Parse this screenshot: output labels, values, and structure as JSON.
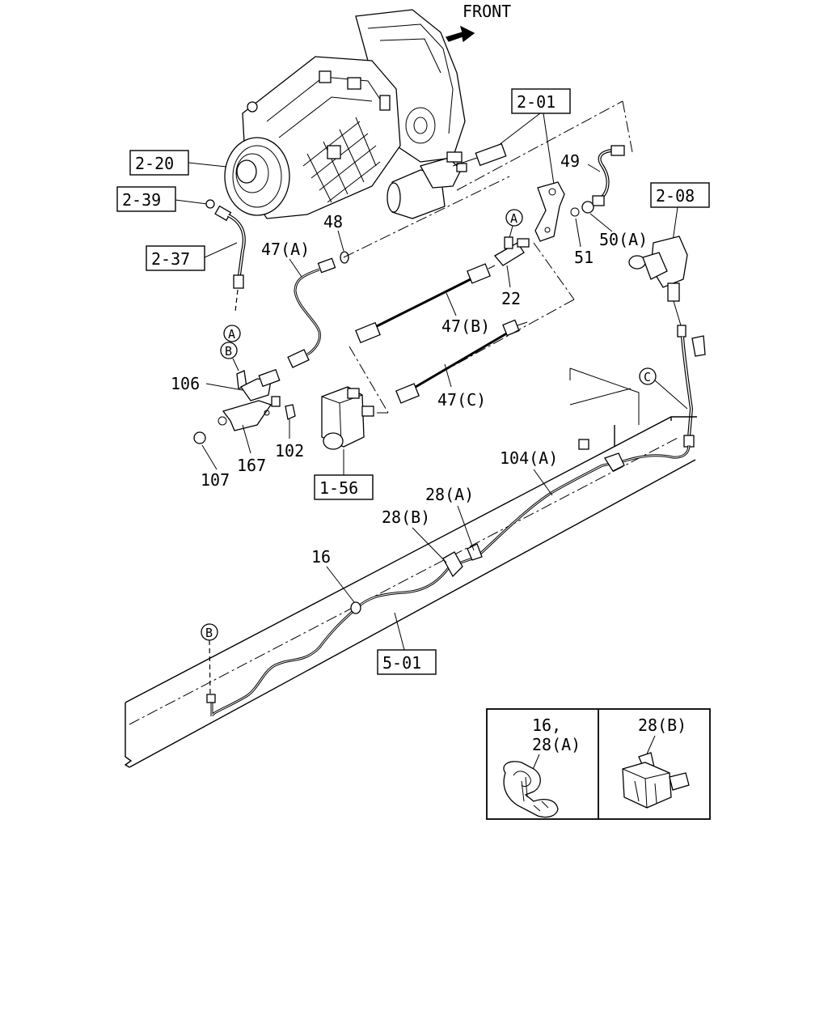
{
  "direction": "FRONT",
  "labels": {
    "ref_2_01": "2-01",
    "ref_2_20": "2-20",
    "ref_2_39": "2-39",
    "ref_2_37": "2-37",
    "ref_2_08": "2-08",
    "ref_1_56": "1-56",
    "ref_5_01": "5-01",
    "p49": "49",
    "p48": "48",
    "p47a": "47(A)",
    "p47b": "47(B)",
    "p47c": "47(C)",
    "p50a": "50(A)",
    "p51": "51",
    "p22": "22",
    "p106": "106",
    "p107": "107",
    "p167": "167",
    "p102": "102",
    "p104a": "104(A)",
    "p28a": "28(A)",
    "p28b": "28(B)",
    "p16": "16"
  },
  "markers": {
    "a_top": "A",
    "a_left": "A",
    "b_top": "B",
    "b_bottom": "B",
    "c": "C"
  },
  "inset": {
    "left_line1": "16,",
    "left_line2": "28(A)",
    "right_label": "28(B)"
  }
}
